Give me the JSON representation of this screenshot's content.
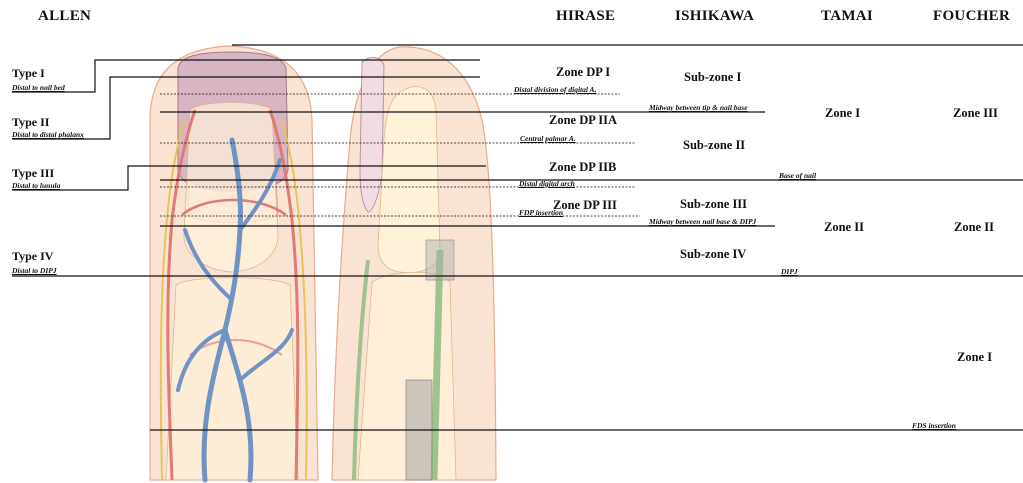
{
  "headers": {
    "allen": "ALLEN",
    "hirase": "HIRASE",
    "ishikawa": "ISHIKAWA",
    "tamai": "TAMAI",
    "foucher": "FOUCHER"
  },
  "allen_types": [
    {
      "label": "Type I",
      "desc": "Distal to nail bed"
    },
    {
      "label": "Type II",
      "desc": "Distal to distal phalanx"
    },
    {
      "label": "Type III",
      "desc": "Distal to lunula"
    },
    {
      "label": "Type IV",
      "desc": "Distal to DIPJ"
    }
  ],
  "hirase_zones": [
    "Zone DP I",
    "Zone DP IIA",
    "Zone DP IIB",
    "Zone DP III"
  ],
  "ishikawa_zones": [
    "Sub-zone I",
    "Sub-zone II",
    "Sub-zone III",
    "Sub-zone IV"
  ],
  "tamai_zones": [
    "Zone I",
    "Zone II"
  ],
  "foucher_zones": [
    "Zone III",
    "Zone II",
    "Zone I"
  ],
  "landmarks": {
    "distal_division": "Distal division of digital A.",
    "midway_tip_nail": "Midway between tip & nail base",
    "central_palmar": "Central palmar A.",
    "base_of_nail": "Base of nail",
    "distal_digital_arch": "Distal digital arch",
    "fdp_insertion": "FDP insertion",
    "midway_nail_dipj": "Midway between nail base & DIPJ",
    "dipj": "DIPJ",
    "fds_insertion": "FDS insertion"
  },
  "colors": {
    "skin": "#fbe3d3",
    "skin_edge": "#e9b59a",
    "nail": "#d9b8c4",
    "vein": "#6f93c4",
    "artery": "#e07a73",
    "nerve": "#e7c45a",
    "tendon": "#9ec38e",
    "line": "#111111"
  }
}
